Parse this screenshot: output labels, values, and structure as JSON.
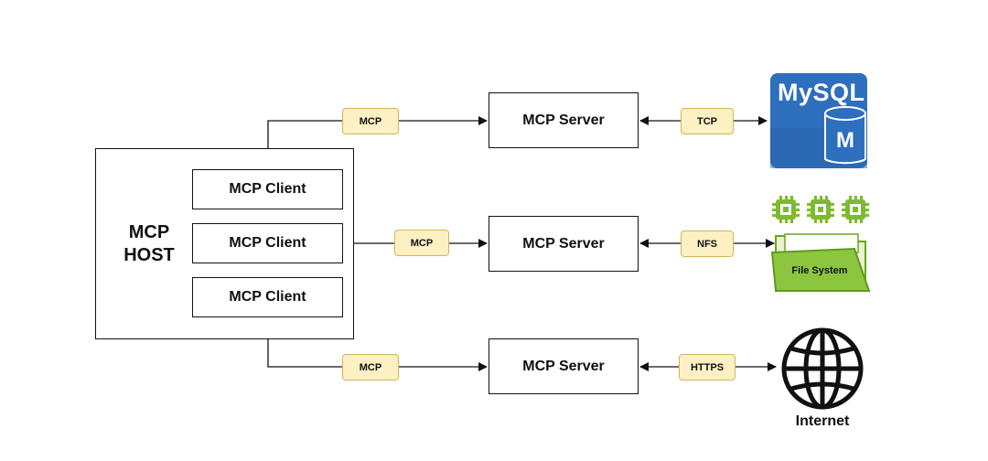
{
  "host": {
    "label_line1": "MCP",
    "label_line2": "HOST",
    "clients": [
      {
        "label": "MCP Client"
      },
      {
        "label": "MCP Client"
      },
      {
        "label": "MCP Client"
      }
    ]
  },
  "servers": [
    {
      "label": "MCP Server"
    },
    {
      "label": "MCP Server"
    },
    {
      "label": "MCP Server"
    }
  ],
  "links": {
    "client_protocol": [
      "MCP",
      "MCP",
      "MCP"
    ],
    "resource_protocol": [
      "TCP",
      "NFS",
      "HTTPS"
    ]
  },
  "resources": {
    "mysql": {
      "brand": "MySQL",
      "badge": "M",
      "icon": "mysql-database-icon",
      "color": "#2e6fbd"
    },
    "filesystem": {
      "label": "File System",
      "icon": "file-system-folder-icon",
      "color": "#7fba2e"
    },
    "internet": {
      "label": "Internet",
      "icon": "globe-icon"
    }
  },
  "colors": {
    "tag_fill": "#fdf0c3",
    "tag_border": "#d6b35a"
  }
}
